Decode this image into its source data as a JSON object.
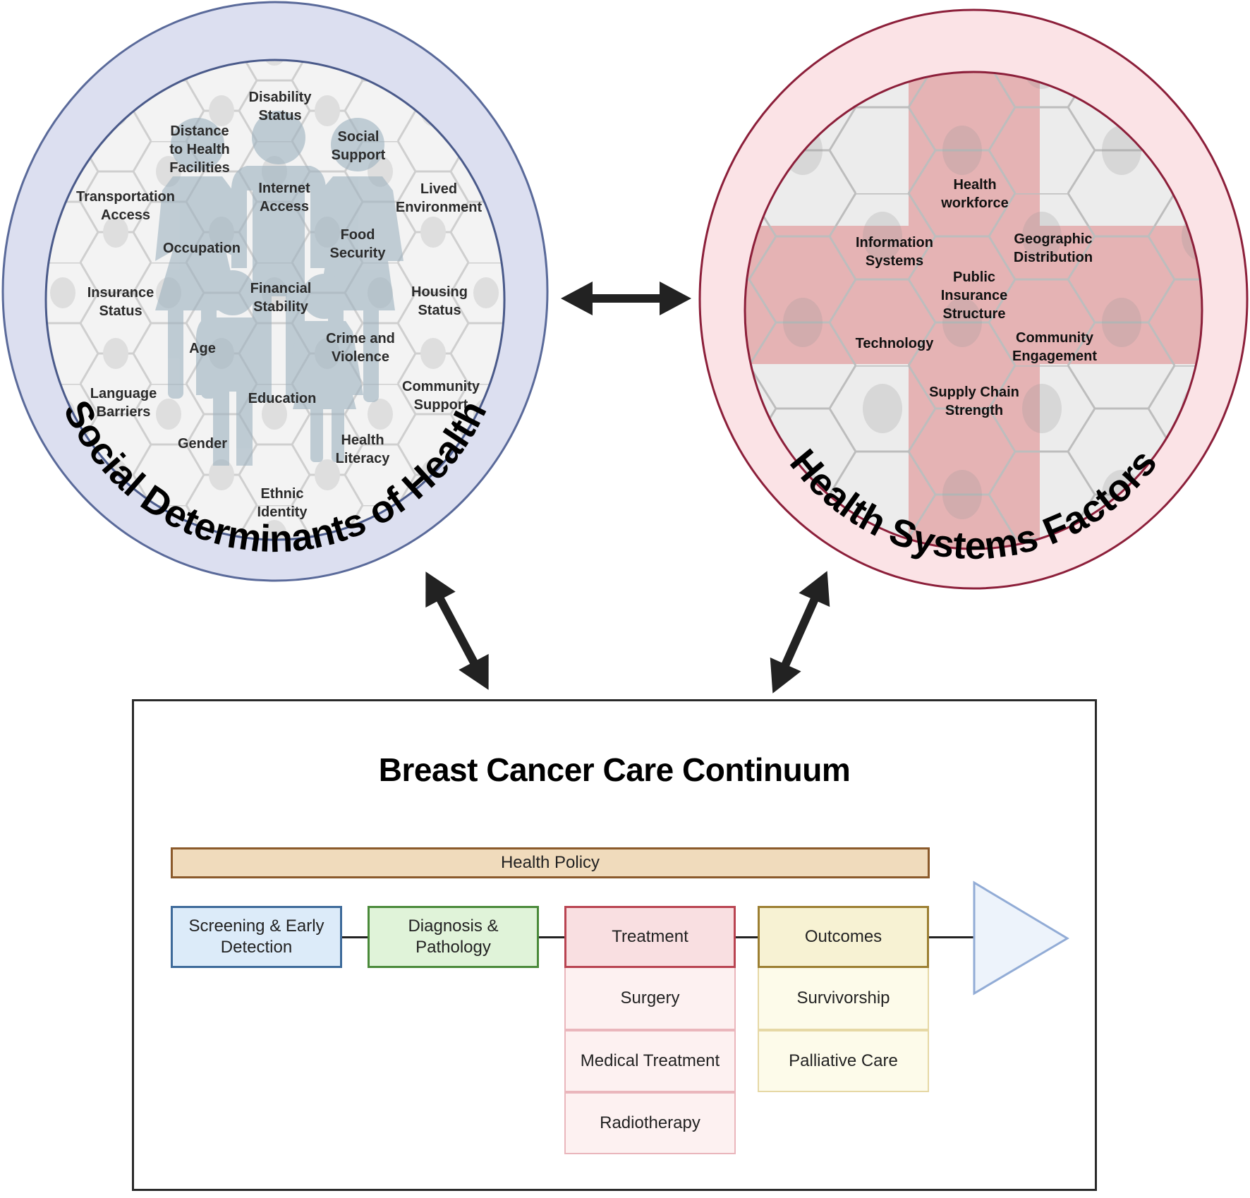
{
  "sdoh": {
    "title": "Social Determinants of Health",
    "ring_color": "#dcdff0",
    "ring_stroke": "#5a6a9a",
    "factors": [
      [
        "Disability",
        "Status"
      ],
      [
        "Distance",
        "to Health",
        "Facilities"
      ],
      [
        "Social",
        "Support"
      ],
      [
        "Transportation",
        "Access"
      ],
      [
        "Internet",
        "Access"
      ],
      [
        "Lived",
        "Environment"
      ],
      [
        "Occupation"
      ],
      [
        "Food",
        "Security"
      ],
      [
        "Insurance",
        "Status"
      ],
      [
        "Financial",
        "Stability"
      ],
      [
        "Housing",
        "Status"
      ],
      [
        "Age"
      ],
      [
        "Crime and",
        "Violence"
      ],
      [
        "Language",
        "Barriers"
      ],
      [
        "Education"
      ],
      [
        "Community",
        "Support"
      ],
      [
        "Gender"
      ],
      [
        "Health",
        "Literacy"
      ],
      [
        "Ethnic",
        "Identity"
      ]
    ]
  },
  "hsf": {
    "title": "Health Systems Factors",
    "ring_color": "#fbe3e6",
    "ring_stroke": "#8c1f3a",
    "cross_color": "#e5b3b4",
    "factors": [
      [
        "Health",
        "workforce"
      ],
      [
        "Information",
        "Systems"
      ],
      [
        "Geographic",
        "Distribution"
      ],
      [
        "Public",
        "Insurance",
        "Structure"
      ],
      [
        "Technology"
      ],
      [
        "Community",
        "Engagement"
      ],
      [
        "Supply Chain",
        "Strength"
      ]
    ]
  },
  "continuum": {
    "title": "Breast Cancer Care Continuum",
    "policy_label": "Health Policy",
    "stages": [
      {
        "label": "Screening & Early Detection",
        "color": "#dcebf9"
      },
      {
        "label": "Diagnosis & Pathology",
        "color": "#e0f3d9"
      },
      {
        "label": "Treatment",
        "color": "#f9dfe1",
        "subitems": [
          "Surgery",
          "Medical Treatment",
          "Radiotherapy"
        ]
      },
      {
        "label": "Outcomes",
        "color": "#f7f2d3",
        "subitems": [
          "Survivorship",
          "Palliative Care"
        ]
      }
    ]
  },
  "arrows": [
    {
      "from": "Social Determinants of Health",
      "to": "Health Systems Factors",
      "type": "bidirectional"
    },
    {
      "from": "Social Determinants of Health",
      "to": "Breast Cancer Care Continuum",
      "type": "bidirectional"
    },
    {
      "from": "Health Systems Factors",
      "to": "Breast Cancer Care Continuum",
      "type": "bidirectional"
    }
  ]
}
